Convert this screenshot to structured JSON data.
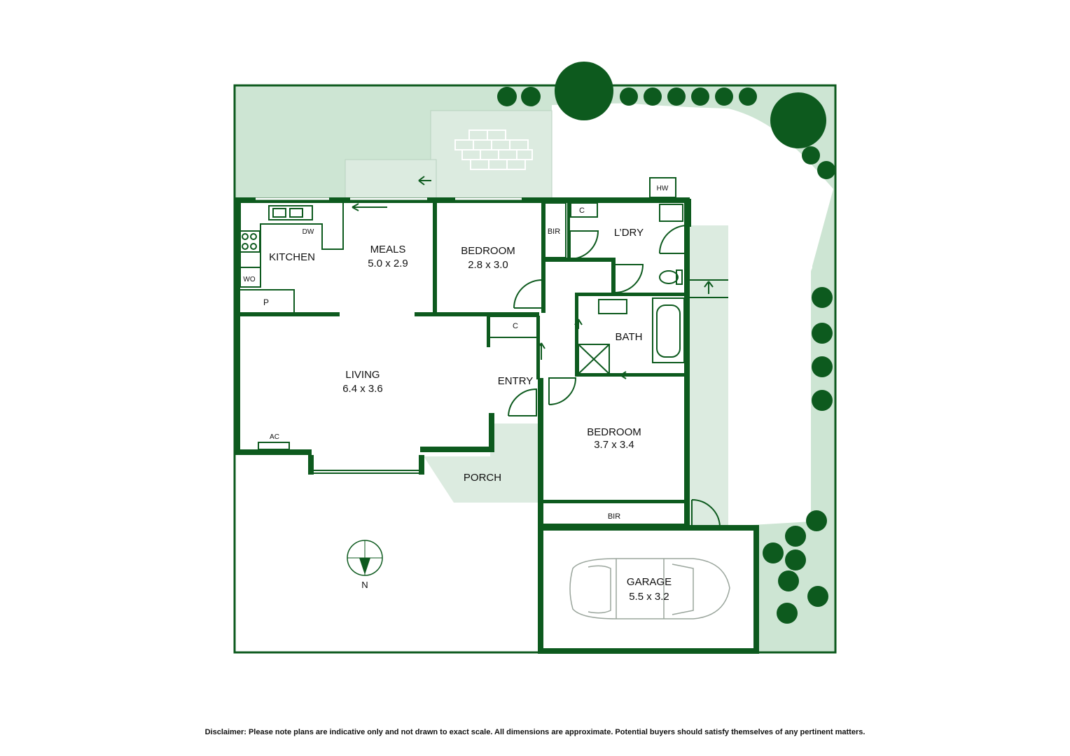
{
  "colors": {
    "wall": "#0d5a1e",
    "garden": "#cde5d3",
    "tree": "#0d5a1e",
    "floor": "#ffffff",
    "porch": "#dcebe0"
  },
  "rooms": {
    "kitchen": {
      "name": "KITCHEN"
    },
    "meals": {
      "name": "MEALS",
      "size": "5.0 x 2.9"
    },
    "bedroom1": {
      "name": "BEDROOM",
      "size": "2.8 x 3.0"
    },
    "laundry": {
      "name": "L’DRY"
    },
    "living": {
      "name": "LIVING",
      "size": "6.4 x 3.6"
    },
    "entry": {
      "name": "ENTRY"
    },
    "bath": {
      "name": "BATH"
    },
    "bedroom2": {
      "name": "BEDROOM",
      "size": "3.7 x 3.4"
    },
    "porch": {
      "name": "PORCH"
    },
    "garage": {
      "name": "GARAGE",
      "size": "5.5 x 3.2"
    }
  },
  "fixtures": {
    "dw": "DW",
    "wo": "WO",
    "pantry": "P",
    "ac": "AC",
    "hw": "HW",
    "cupboard1": "C",
    "cupboard2": "C",
    "bir1": "BIR",
    "bir2": "BIR"
  },
  "compass": {
    "label": "N"
  },
  "disclaimer": "Disclaimer: Please note plans are indicative only and not drawn to exact scale. All dimensions are approximate. Potential buyers should satisfy themselves of any pertinent matters."
}
